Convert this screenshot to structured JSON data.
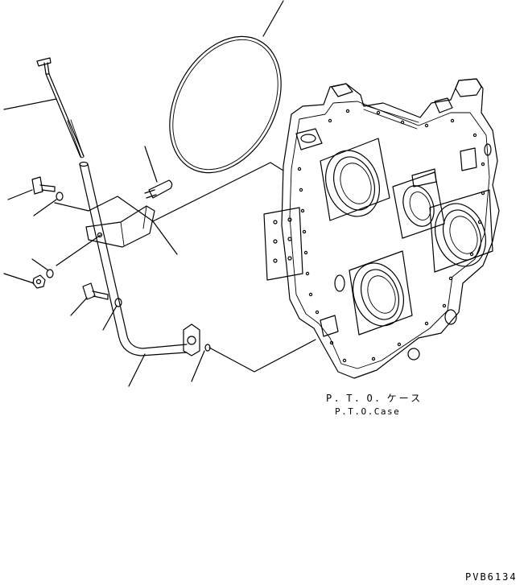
{
  "labels": {
    "case_jp": "P．T．O．ケース",
    "case_en": "P.T.O.Case",
    "drawing_code": "PVB6134"
  },
  "colors": {
    "line": "#000000",
    "background": "#ffffff"
  }
}
